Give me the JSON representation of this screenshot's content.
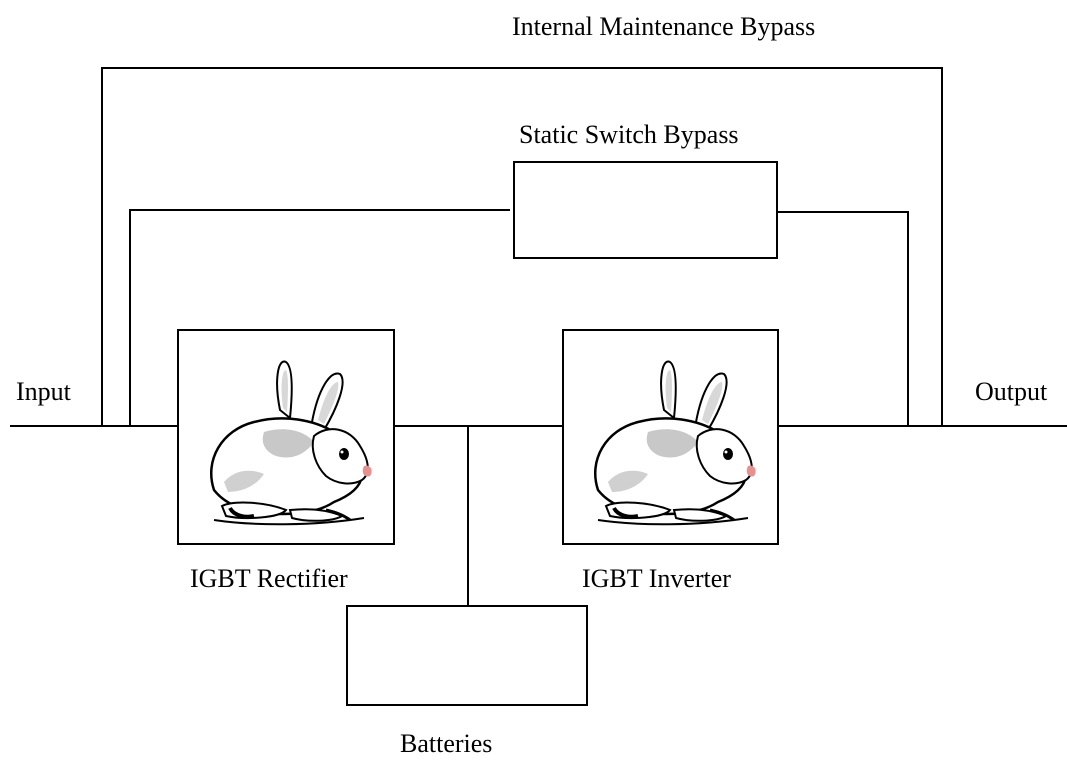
{
  "labels": {
    "internal_bypass": "Internal Maintenance Bypass",
    "static_bypass": "Static Switch Bypass",
    "input": "Input",
    "output": "Output",
    "rectifier": "IGBT Rectifier",
    "inverter": "IGBT Inverter",
    "batteries": "Batteries"
  },
  "icons": {
    "rectifier": "rabbit-icon",
    "inverter": "rabbit-icon"
  },
  "colors": {
    "line": "#000000",
    "background": "#ffffff",
    "nose": "#e89090"
  }
}
